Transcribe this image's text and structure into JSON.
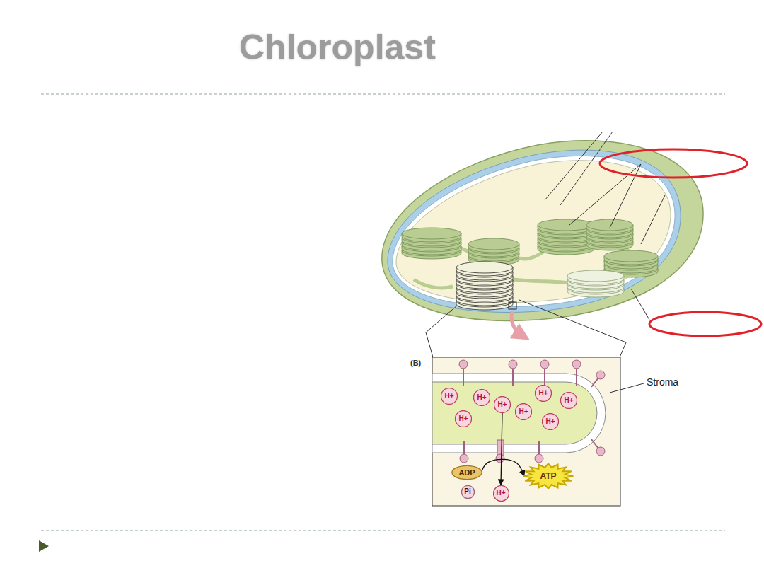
{
  "diagram": {
    "title": "Chloroplast",
    "nodes": [
      {
        "text": [
          "H+"
        ]
      },
      {
        "text": [
          "H+"
        ]
      },
      {
        "text": [
          "H+"
        ]
      },
      {
        "text": [
          "H+"
        ]
      },
      {
        "text": [
          "H+"
        ]
      },
      {
        "text": [
          "H+"
        ]
      },
      {
        "text": [
          "H+"
        ]
      },
      {
        "text": [
          "H+"
        ]
      },
      {
        "text": [
          "ADP"
        ]
      },
      {
        "text": [
          "ATP"
        ]
      },
      {
        "text": [
          "Pi"
        ]
      },
      {
        "text": [
          "H+"
        ]
      }
    ],
    "edges": [
      {
        "from": 8,
        "to": 9,
        "arrow": "to"
      },
      {
        "from": 2,
        "to": 11,
        "arrow": "to"
      }
    ],
    "labels": [
      "(B)",
      "Stroma"
    ]
  }
}
